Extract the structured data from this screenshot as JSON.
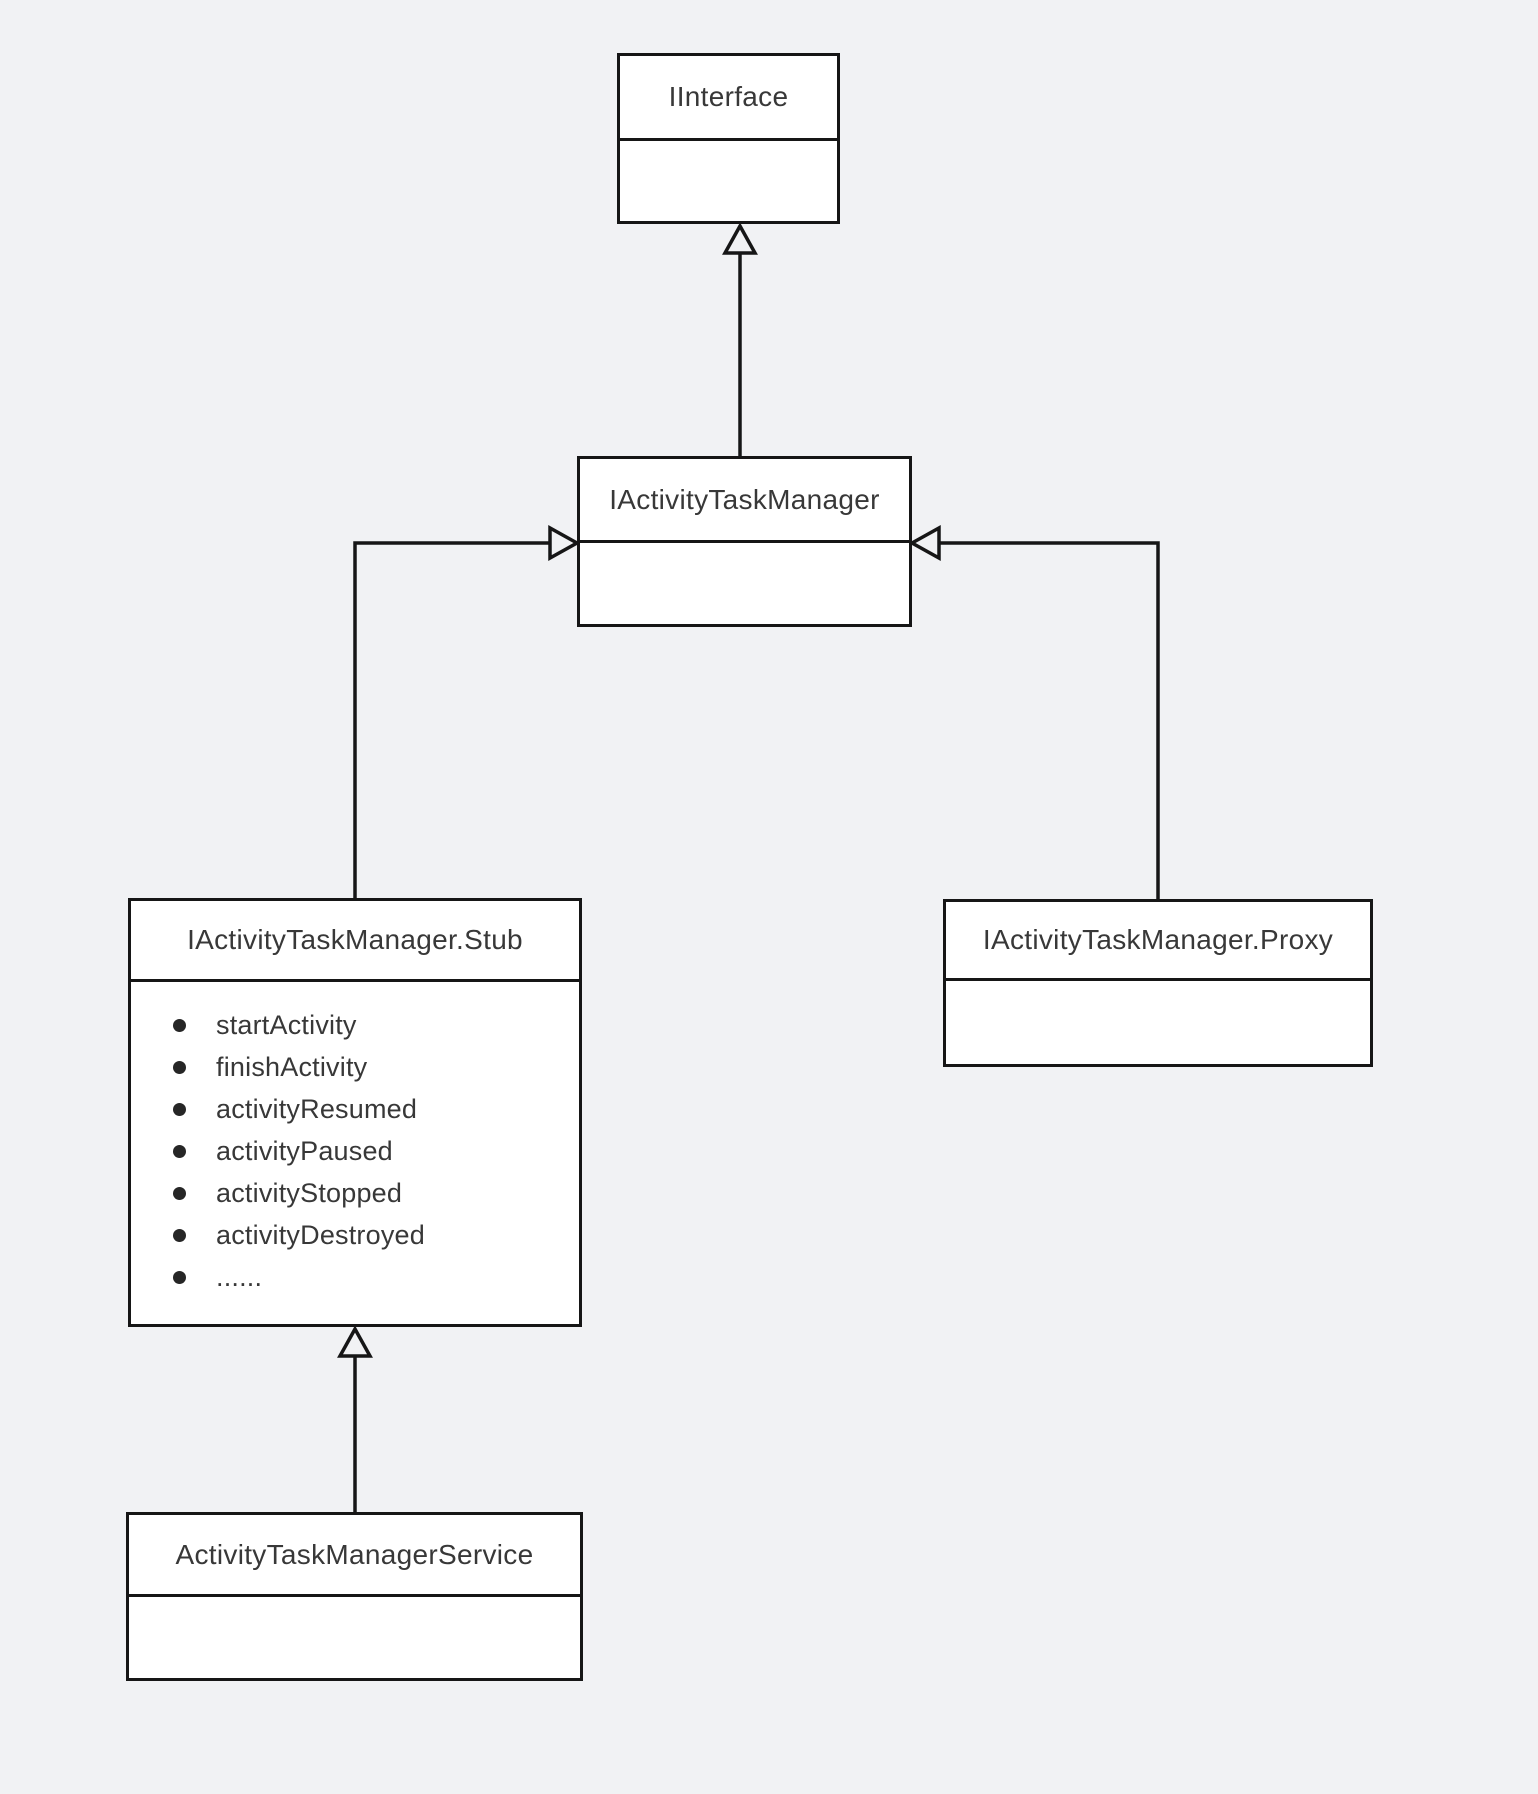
{
  "diagram": {
    "type": "uml-class-diagram",
    "colors": {
      "background": "#f1f2f4",
      "line": "#161616",
      "box_fill": "#ffffff",
      "text": "#383838"
    },
    "classes": {
      "iinterface": {
        "name": "IInterface"
      },
      "manager": {
        "name": "IActivityTaskManager"
      },
      "stub": {
        "name": "IActivityTaskManager.Stub",
        "methods": [
          "startActivity",
          "finishActivity",
          "activityResumed",
          "activityPaused",
          "activityStopped",
          "activityDestroyed",
          "......"
        ]
      },
      "proxy": {
        "name": "IActivityTaskManager.Proxy"
      },
      "service": {
        "name": "ActivityTaskManagerService"
      }
    },
    "relations": [
      {
        "from": "IActivityTaskManager",
        "to": "IInterface",
        "type": "generalization"
      },
      {
        "from": "IActivityTaskManager.Stub",
        "to": "IActivityTaskManager",
        "type": "generalization"
      },
      {
        "from": "IActivityTaskManager.Proxy",
        "to": "IActivityTaskManager",
        "type": "generalization"
      },
      {
        "from": "ActivityTaskManagerService",
        "to": "IActivityTaskManager.Stub",
        "type": "generalization"
      }
    ]
  }
}
